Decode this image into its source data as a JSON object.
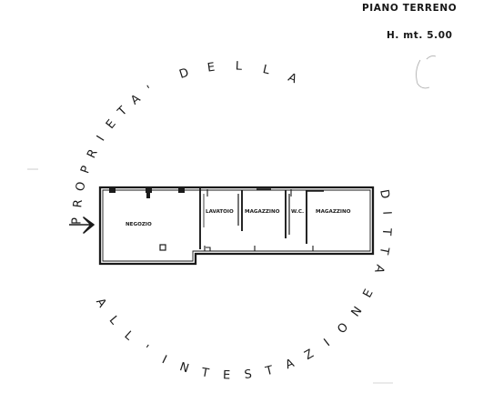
{
  "header": {
    "floor_title": "PIANO TERRENO",
    "height_note": "H. mt. 5.00"
  },
  "stamp": {
    "text_top": "DELLA",
    "text_left": "PROPRIETA'",
    "text_right": "DITTA",
    "text_bottom": "ALL'INTESTAZIONE"
  },
  "rooms": {
    "negozio": "NEGOZIO",
    "lavatoio": "LAVATOIO",
    "magazzino_1": "MAGAZZINO",
    "wc": "W.C.",
    "magazzino_2": "MAGAZZINO"
  }
}
